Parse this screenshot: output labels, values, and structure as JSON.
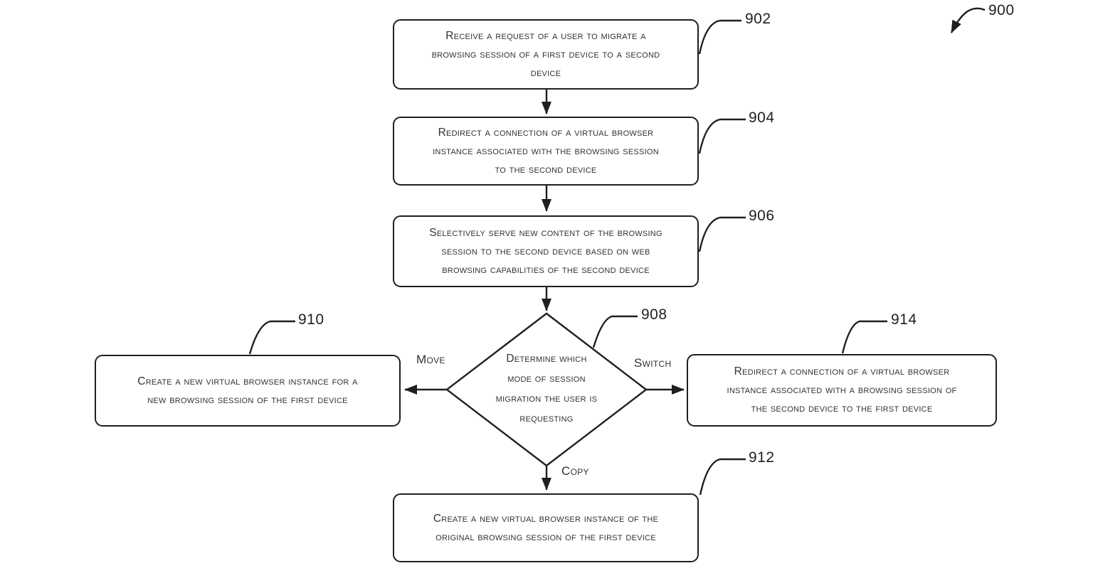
{
  "figure": {
    "ref": "900",
    "nodes": {
      "n902": {
        "ref": "902",
        "text": "Receive a request of a user to migrate a\nbrowsing session of a first device to a second\ndevice"
      },
      "n904": {
        "ref": "904",
        "text": "Redirect a connection of a virtual browser\ninstance associated with the browsing session\nto the second device"
      },
      "n906": {
        "ref": "906",
        "text": "Selectively serve new content of the browsing\nsession to the second device based on web\nbrowsing capabilities of the second device"
      },
      "n908": {
        "ref": "908",
        "text": "Determine which\nmode of session\nmigration the user is\nrequesting"
      },
      "n910": {
        "ref": "910",
        "text": "Create a new virtual browser instance for a\nnew browsing session of the first device"
      },
      "n912": {
        "ref": "912",
        "text": "Create a new virtual browser instance of the\noriginal browsing session of the first device"
      },
      "n914": {
        "ref": "914",
        "text": "Redirect a connection of a virtual browser\ninstance associated with a browsing session of\nthe second device to the first device"
      }
    },
    "branches": {
      "move": "Move",
      "switch": "Switch",
      "copy": "Copy"
    },
    "colors": {
      "line": "#1f1f1f",
      "text": "#323232",
      "background": "#ffffff"
    }
  }
}
